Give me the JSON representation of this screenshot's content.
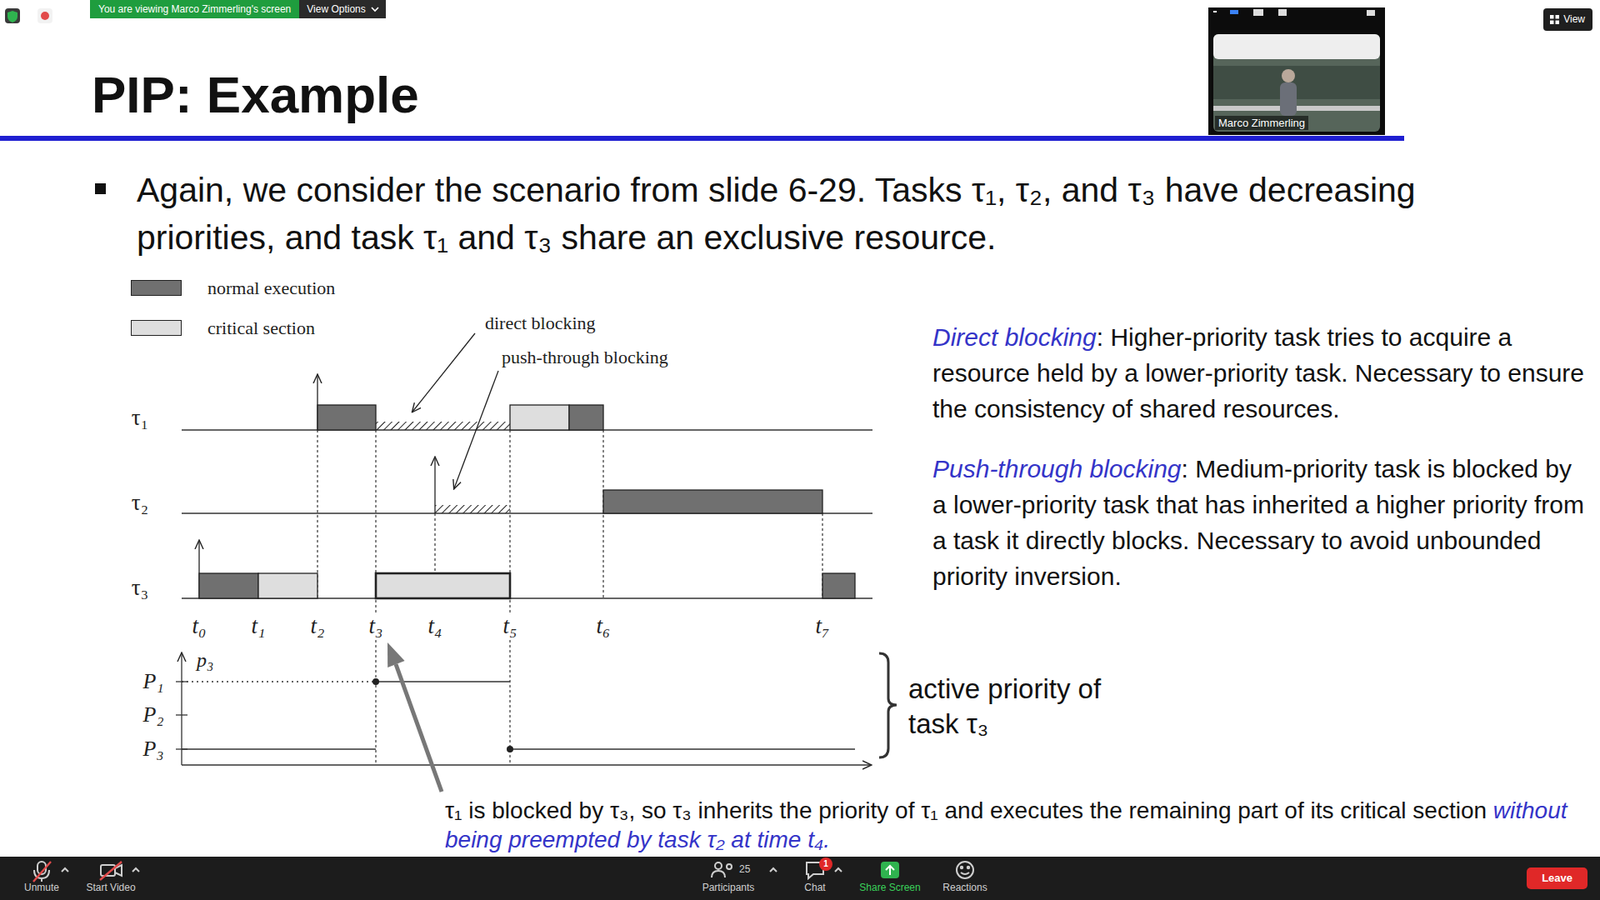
{
  "diagram": {
    "title": "PIP: Example",
    "nodes": [
      {
        "text": [
          "You are viewing Marco Zimmerling's screen"
        ]
      },
      {
        "text": [
          "View Options"
        ]
      },
      {
        "text": [
          "Marco Zimmerling"
        ]
      },
      {
        "text": [
          "View"
        ]
      },
      {
        "text": [
          "Leave"
        ]
      }
    ],
    "labels": [
      "Again, we consider the scenario from slide 6-29. Tasks τ₁, τ₂, and τ₃ have decreasing priorities, and task τ₁ and τ₃ share an exclusive resource.",
      "direct blocking",
      "push-through blocking",
      "τ₁",
      "τ₂",
      "τ₃",
      "t₀",
      "t₁",
      "t₂",
      "t₃",
      "t₄",
      "t₅",
      "t₆",
      "t₇",
      "p₃",
      "P₁",
      "P₂",
      "P₃",
      "Direct blocking",
      ": Higher-priority task tries to acquire a resource held by a lower-priority task. Necessary to ensure the consistency of shared resources.",
      "Push-through blocking",
      ": Medium-priority task is blocked by a lower-priority task that has inherited a higher priority from a task it directly blocks. Necessary to avoid unbounded priority inversion.",
      "active priority of task τ₃",
      "τ₁ is blocked by τ₃, so τ₃ inherits the priority of τ₁ and executes the remaining part of its critical section",
      "without being preempted by task τ₂ at time t₄.",
      "Unmute",
      "Start Video",
      "25",
      "Participants",
      "1",
      "Chat",
      "Share Screen",
      "Reactions"
    ],
    "legend": [
      {
        "text": "normal execution",
        "color": "#707070"
      },
      {
        "text": "critical section",
        "color": "#dedede"
      }
    ]
  }
}
